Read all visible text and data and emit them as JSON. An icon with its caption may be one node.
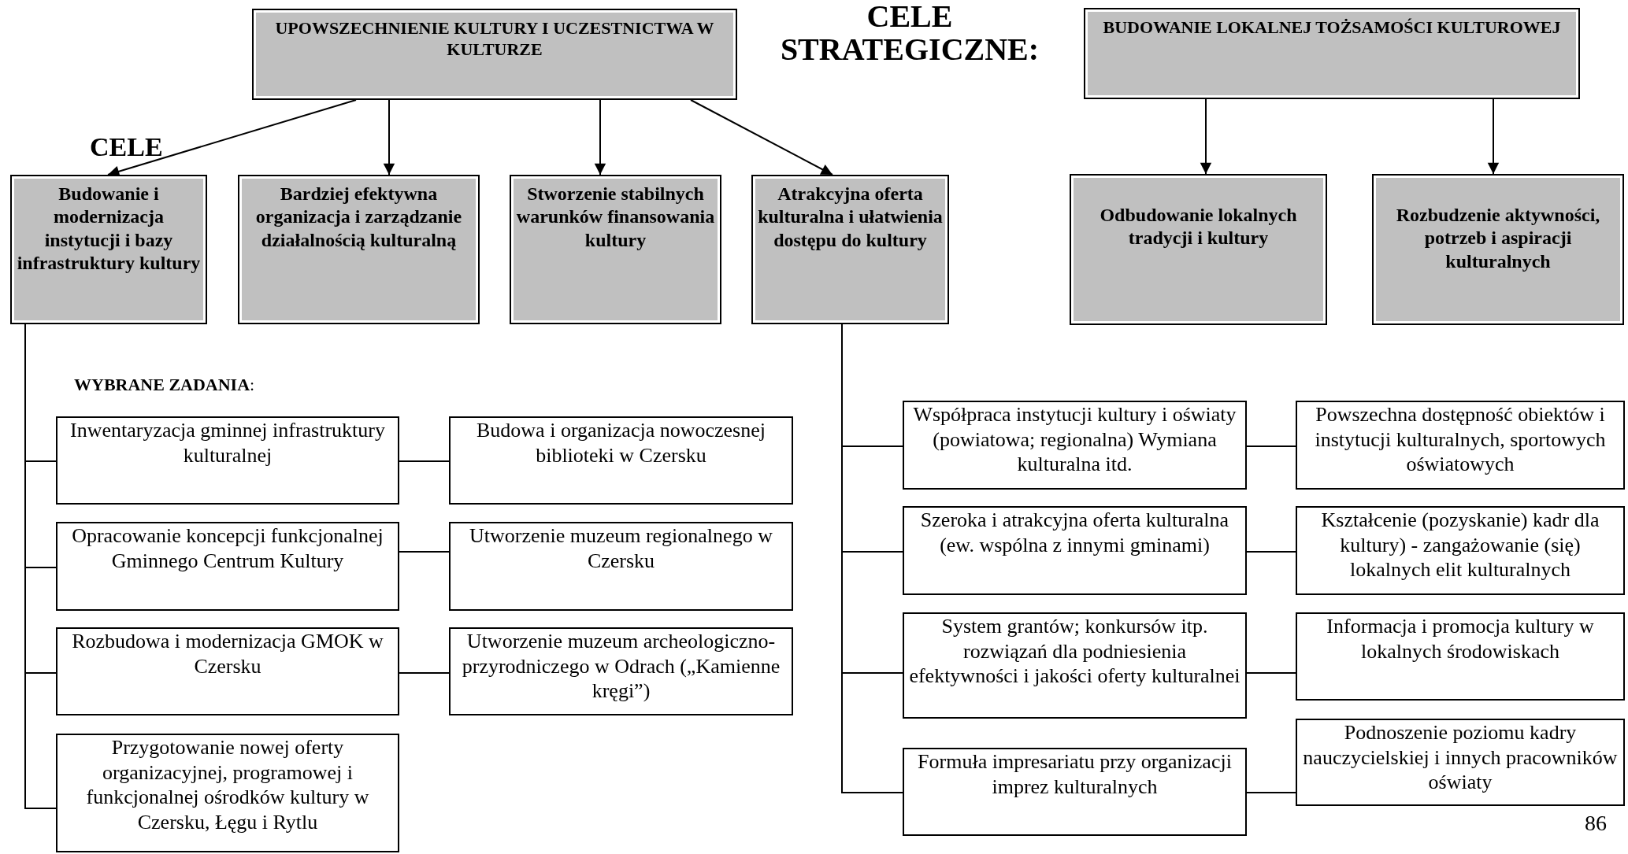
{
  "diagram": {
    "title": "CELE STRATEGICZNE:",
    "nodes": [
      {
        "text": [
          "UPOWSZECHNIENIE KULTURY I UCZESTNICTWA W KULTURZE"
        ]
      },
      {
        "text": [
          "BUDOWANIE LOKALNEJ TOŻSAMOŚCI KULTUROWEJ"
        ]
      },
      {
        "text": [
          "Budowanie i modernizacja instytucji i bazy infrastruktury kultury"
        ]
      },
      {
        "text": [
          "Bardziej efektywna organizacja i  zarządzanie działalnością kulturalną"
        ]
      },
      {
        "text": [
          "Stworzenie stabilnych warunków finansowania kultury"
        ]
      },
      {
        "text": [
          "Atrakcyjna oferta kulturalna i ułatwienia dostępu do kultury"
        ]
      },
      {
        "text": [
          "Odbudowanie lokalnych tradycji  i kultury"
        ]
      },
      {
        "text": [
          "Rozbudzenie aktywności, potrzeb i aspiracji kulturalnych"
        ]
      },
      {
        "text": [
          "Inwentaryzacja gminnej infrastruktury kulturalnej"
        ]
      },
      {
        "text": [
          "Budowa i organizacja nowoczesnej biblioteki w Czersku"
        ]
      },
      {
        "text": [
          "Opracowanie koncepcji funkcjonalnej Gminnego Centrum Kultury"
        ]
      },
      {
        "text": [
          "Utworzenie muzeum regionalnego w Czersku"
        ]
      },
      {
        "text": [
          "Rozbudowa  i modernizacja GMOK w Czersku"
        ]
      },
      {
        "text": [
          "Utworzenie muzeum archeologiczno-przyrodniczego w Odrach („Kamienne kręgi”)"
        ]
      },
      {
        "text": [
          "Przygotowanie nowej oferty organizacyjnej, programowej i funkcjonalnej ośrodków kultury w Czersku, Łęgu i Rytlu"
        ]
      },
      {
        "text": [
          "Współpraca instytucji kultury i oświaty (powiatowa; regionalna) Wymiana kulturalna itd."
        ]
      },
      {
        "text": [
          "Powszechna dostępność obiektów i instytucji kulturalnych, sportowych oświatowych"
        ]
      },
      {
        "text": [
          "Szeroka  i atrakcyjna oferta kulturalna (ew. wspólna z innymi gminami)"
        ]
      },
      {
        "text": [
          "Kształcenie (pozyskanie) kadr dla kultury)  - zangażowanie (się) lokalnych elit kulturalnych"
        ]
      },
      {
        "text": [
          "System grantów; konkursów itp. rozwiązań dla podniesienia efektywności i jakości oferty kulturalnei"
        ]
      },
      {
        "text": [
          "Informacja  i promocja kultury w lokalnych środowiskach"
        ]
      },
      {
        "text": [
          "Formuła impresariatu  przy organizacji imprez kulturalnych"
        ]
      },
      {
        "text": [
          "Podnoszenie poziomu kadry nauczycielskiej i innych pracowników oświaty"
        ]
      }
    ],
    "edges": [
      {
        "from": 0,
        "to": 2,
        "arrow": "to"
      },
      {
        "from": 0,
        "to": 3,
        "arrow": "to"
      },
      {
        "from": 0,
        "to": 4,
        "arrow": "to"
      },
      {
        "from": 0,
        "to": 5,
        "arrow": "to"
      },
      {
        "from": 1,
        "to": 6,
        "arrow": "to"
      },
      {
        "from": 1,
        "to": 7,
        "arrow": "to"
      },
      {
        "from": 2,
        "to": 8,
        "arrow": "none"
      },
      {
        "from": 2,
        "to": 10,
        "arrow": "none"
      },
      {
        "from": 2,
        "to": 12,
        "arrow": "none"
      },
      {
        "from": 2,
        "to": 14,
        "arrow": "none"
      },
      {
        "from": 8,
        "to": 9,
        "arrow": "none"
      },
      {
        "from": 10,
        "to": 11,
        "arrow": "none"
      },
      {
        "from": 12,
        "to": 13,
        "arrow": "none"
      },
      {
        "from": 5,
        "to": 15,
        "arrow": "none"
      },
      {
        "from": 5,
        "to": 17,
        "arrow": "none"
      },
      {
        "from": 5,
        "to": 19,
        "arrow": "none"
      },
      {
        "from": 5,
        "to": 21,
        "arrow": "none"
      },
      {
        "from": 15,
        "to": 16,
        "arrow": "none"
      },
      {
        "from": 17,
        "to": 18,
        "arrow": "none"
      },
      {
        "from": 19,
        "to": 20,
        "arrow": "none"
      },
      {
        "from": 21,
        "to": 22,
        "arrow": "none"
      }
    ],
    "labels": [
      "CELE",
      "**WYBRANE ZADANIA**:",
      "86"
    ]
  }
}
